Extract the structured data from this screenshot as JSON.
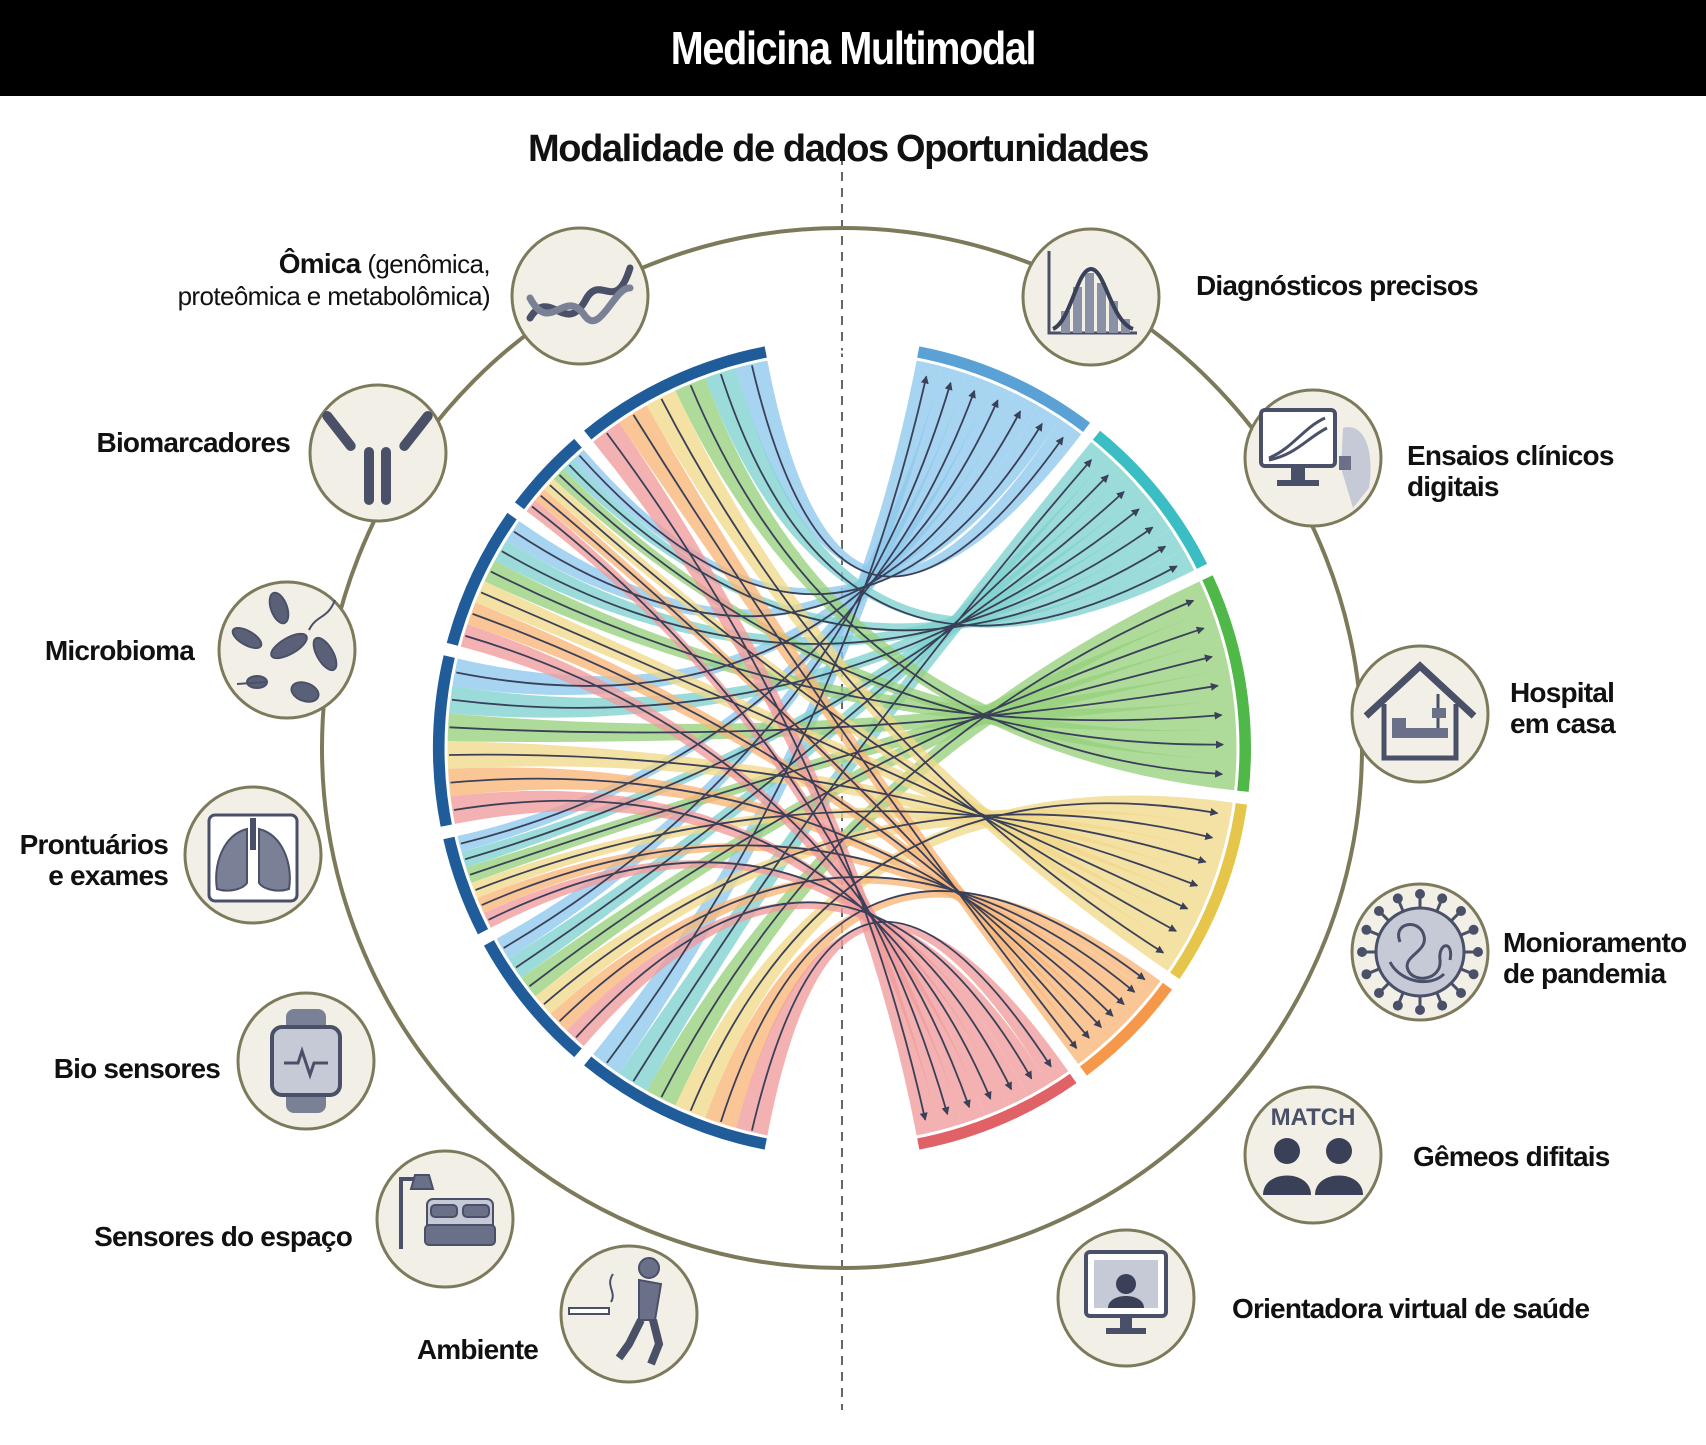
{
  "title": "Medicina Multimodal",
  "headers": {
    "left": "Modalidade de dados",
    "right": "Oportunidades"
  },
  "modalities": [
    {
      "label": "Ômica",
      "detail_1": "(genômica,",
      "detail_2": "proteômica e metabolômica)",
      "icon": "dna-icon"
    },
    {
      "label": "Biomarcadores",
      "icon": "antibody-icon"
    },
    {
      "label": "Microbioma",
      "icon": "bacteria-icon"
    },
    {
      "label_1": "Prontuários",
      "label_2": "e exames",
      "icon": "lungs-xray-icon"
    },
    {
      "label": "Bio sensores",
      "icon": "smartwatch-icon"
    },
    {
      "label": "Sensores do espaço",
      "icon": "bedroom-lamp-icon"
    },
    {
      "label": "Ambiente",
      "icon": "runner-cigarette-icon"
    }
  ],
  "opportunities": [
    {
      "label": "Diagnósticos precisos",
      "icon": "histogram-curve-icon",
      "color": "#5aa2d6"
    },
    {
      "label_1": "Ensaios clínicos",
      "label_2": "digitais",
      "icon": "monitor-sensor-icon",
      "color": "#3bbdc4"
    },
    {
      "label_1": "Hospital",
      "label_2": "em casa",
      "icon": "house-bed-icon",
      "color": "#4fb848"
    },
    {
      "label_1": "Monioramento",
      "label_2": "de pandemia",
      "icon": "virus-icon",
      "color": "#e6c64a"
    },
    {
      "label": "Gêmeos difitais",
      "icon": "match-people-icon",
      "icon_text": "MATCH",
      "color": "#f5984a"
    },
    {
      "label": "Orientadora virtual de saúde",
      "icon": "virtual-assistant-icon",
      "color": "#e06166"
    }
  ],
  "colors": {
    "left_arcs": "#1f5c99",
    "ring": "#7d7a5c",
    "icon_fill": "#f2f0e6",
    "icon_dark": "#4a5068",
    "ribbons": [
      "#8ec8ec",
      "#7fd2d0",
      "#97d17c",
      "#f1d98a",
      "#f9b678",
      "#f09b9b"
    ]
  }
}
